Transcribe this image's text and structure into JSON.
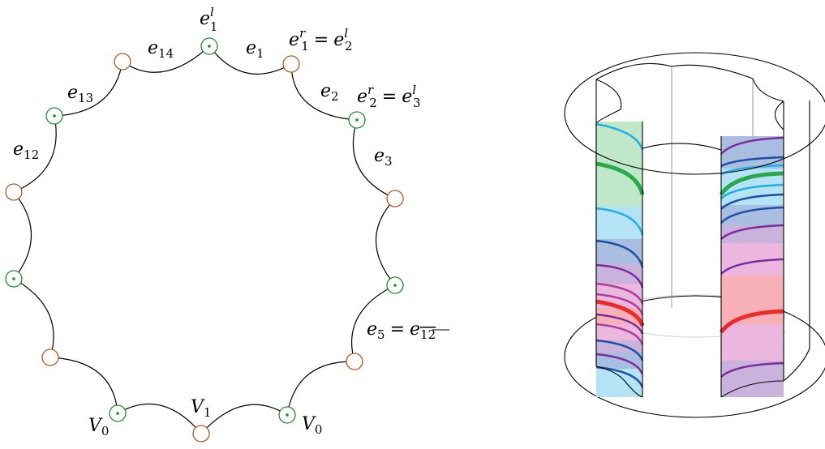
{
  "left_diagram": {
    "labels": {
      "e1l": {
        "base": "e",
        "sub": "1",
        "sup": "l"
      },
      "e1": {
        "base": "e",
        "sub": "1"
      },
      "e14": {
        "base": "e",
        "sub": "14"
      },
      "e1r_eq_e2l": {
        "lhs_base": "e",
        "lhs_sub": "1",
        "lhs_sup": "r",
        "eq": "=",
        "rhs_base": "e",
        "rhs_sub": "2",
        "rhs_sup": "l"
      },
      "e2": {
        "base": "e",
        "sub": "2"
      },
      "e13": {
        "base": "e",
        "sub": "13"
      },
      "e2r_eq_e3l": {
        "lhs_base": "e",
        "lhs_sub": "2",
        "lhs_sup": "r",
        "eq": "=",
        "rhs_base": "e",
        "rhs_sub": "3",
        "rhs_sup": "l"
      },
      "e12": {
        "base": "e",
        "sub": "12"
      },
      "e3": {
        "base": "e",
        "sub": "3"
      },
      "e5_eq_e12bar": {
        "lhs_base": "e",
        "lhs_sub": "5",
        "eq": "=",
        "rhs_base": "e",
        "rhs_sub": "12"
      },
      "V1": {
        "base": "V",
        "sub": "1"
      },
      "V0_left": {
        "base": "V",
        "sub": "0"
      },
      "V0_right": {
        "base": "V",
        "sub": "0"
      }
    },
    "colors": {
      "orange_vertex": "#b5561f",
      "green_vertex": "#1e8a2e",
      "edge": "#000000"
    }
  },
  "right_diagram": {
    "colors": {
      "green_fill": "#bfe8c8",
      "light_blue_fill": "#b3e3f5",
      "blue_fill": "#a9bde0",
      "purple_fill": "#c9b3dc",
      "pink_fill": "#ecb7de",
      "red_fill": "#f7b0b6",
      "cyan_curve": "#22aee5",
      "dark_blue_curve": "#1e4fa3",
      "purple_curve": "#7b2d9c",
      "magenta_curve": "#b03c9a",
      "green_curve": "#2aa84a",
      "red_curve": "#ec2a2a"
    }
  }
}
